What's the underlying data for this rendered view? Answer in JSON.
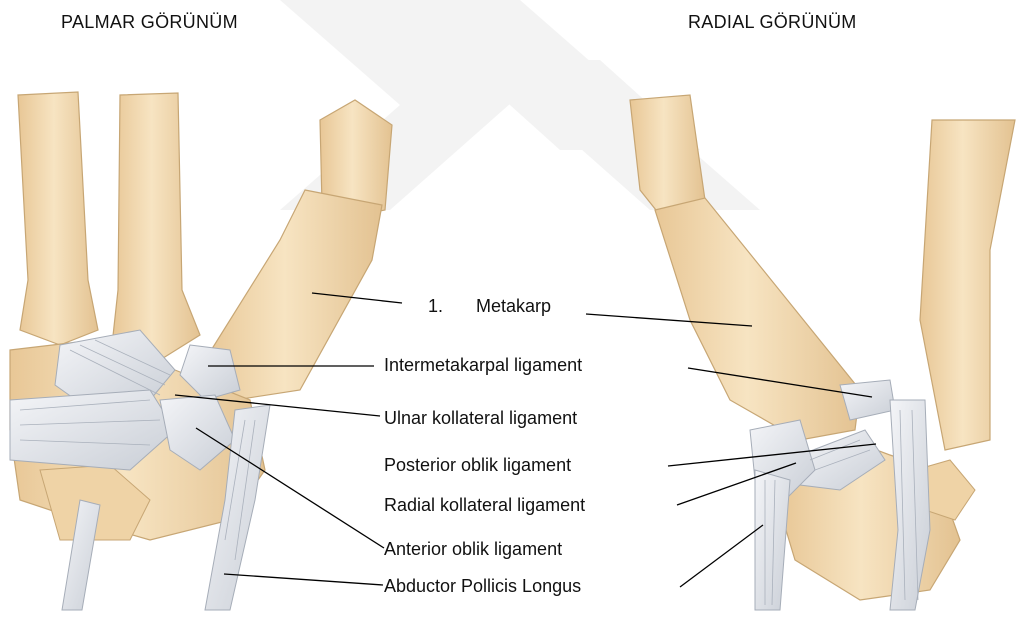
{
  "views": {
    "palmar": "PALMAR GÖRÜNÜM",
    "radial": "RADIAL GÖRÜNÜM"
  },
  "labels": {
    "metakarp_number": "1.",
    "metakarp": "Metakarp",
    "intermetakarpal": "Intermetakarpal ligament",
    "ulnar_kollateral": "Ulnar kollateral ligament",
    "posterior_oblik": "Posterior oblik ligament",
    "radial_kollateral": "Radial kollateral ligament",
    "anterior_oblik": "Anterior oblik ligament",
    "abductor": "Abductor Pollicis Longus"
  },
  "colors": {
    "bone": "#f3dcb4",
    "bone_shade": "#e2c08f",
    "ligament": "#e6e9ee",
    "ligament_shade": "#b8bfc9",
    "watermark": "#f2f2f2",
    "line": "#000000"
  }
}
